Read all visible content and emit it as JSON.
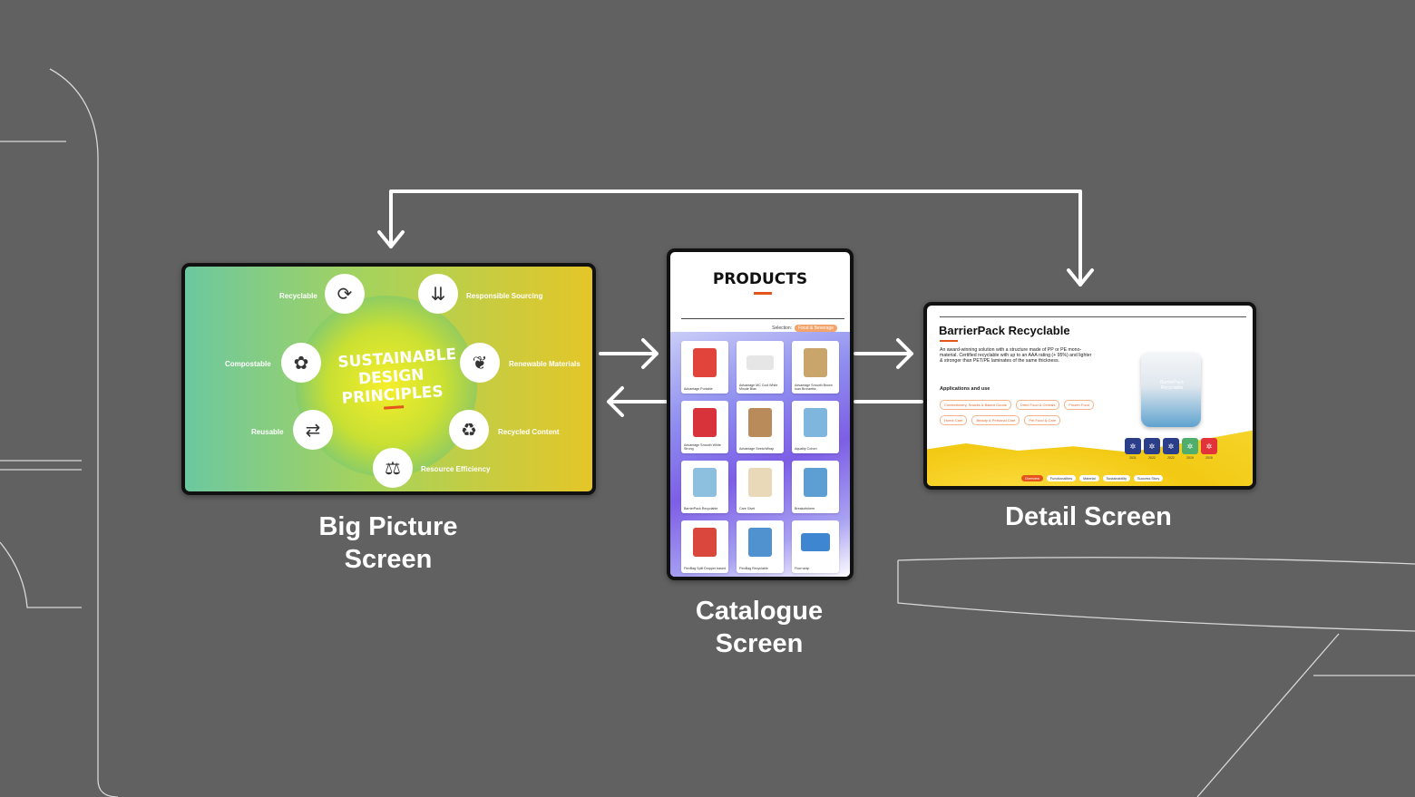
{
  "captions": {
    "big_picture": [
      "Big Picture",
      "Screen"
    ],
    "catalogue": [
      "Catalogue",
      "Screen"
    ],
    "detail": [
      "Detail Screen"
    ]
  },
  "big_picture": {
    "title": [
      "SUSTAINABLE",
      "DESIGN",
      "PRINCIPLES"
    ],
    "principles": [
      {
        "label": "Recyclable",
        "icon": "recycle-loop-icon"
      },
      {
        "label": "Responsible Sourcing",
        "icon": "hand-sourcing-icon"
      },
      {
        "label": "Renewable Materials",
        "icon": "leaf-icon"
      },
      {
        "label": "Recycled Content",
        "icon": "recycle-triangle-icon"
      },
      {
        "label": "Resource Efficiency",
        "icon": "scale-icon"
      },
      {
        "label": "Reusable",
        "icon": "reuse-arrows-icon"
      },
      {
        "label": "Compostable",
        "icon": "plant-icon"
      }
    ]
  },
  "catalogue": {
    "title": "PRODUCTS",
    "selection_label": "Selection:",
    "selection_value": "Food & Beverage",
    "products": [
      "Advantage Portable",
      "Advantage MC Cool White Minute Bias",
      "Advantage Smooth Brown Iuan Bronzetta",
      "Advantage Smooth White Strong",
      "Advantage StretchWrap",
      "Aquality Cohort",
      "BarrierPack Recyclable",
      "Care Givet",
      "Breakofwhere",
      "FlexBag Split Dropper based",
      "FlexBag Recyclable",
      "Flow wrap"
    ]
  },
  "detail": {
    "title": "BarrierPack Recyclable",
    "description": "An award-winning solution with a structure made of PP or PE mono-material. Certified recyclable with up to an AAA rating (+ 95%) and lighter & stronger than PET/PE laminates of the same thickness.",
    "applications_label": "Applications and use",
    "applications": [
      "Confectionery, Snacks & Baked Goods",
      "Dried Food & Cereals",
      "Frozen Food",
      "Home Care",
      "Beauty & Personal Care",
      "Pet Food & Care"
    ],
    "pouch_label": "BarrierPack Recyclable",
    "awards": [
      "2021",
      "2022",
      "2022",
      "2019",
      "2015"
    ],
    "nav": [
      "Overview",
      "Functionalities",
      "Material",
      "Sustainability",
      "Success Story"
    ],
    "nav_active": "Overview"
  },
  "colors": {
    "background": "#616161",
    "accent": "#e3551d",
    "arrow": "#ffffff"
  }
}
